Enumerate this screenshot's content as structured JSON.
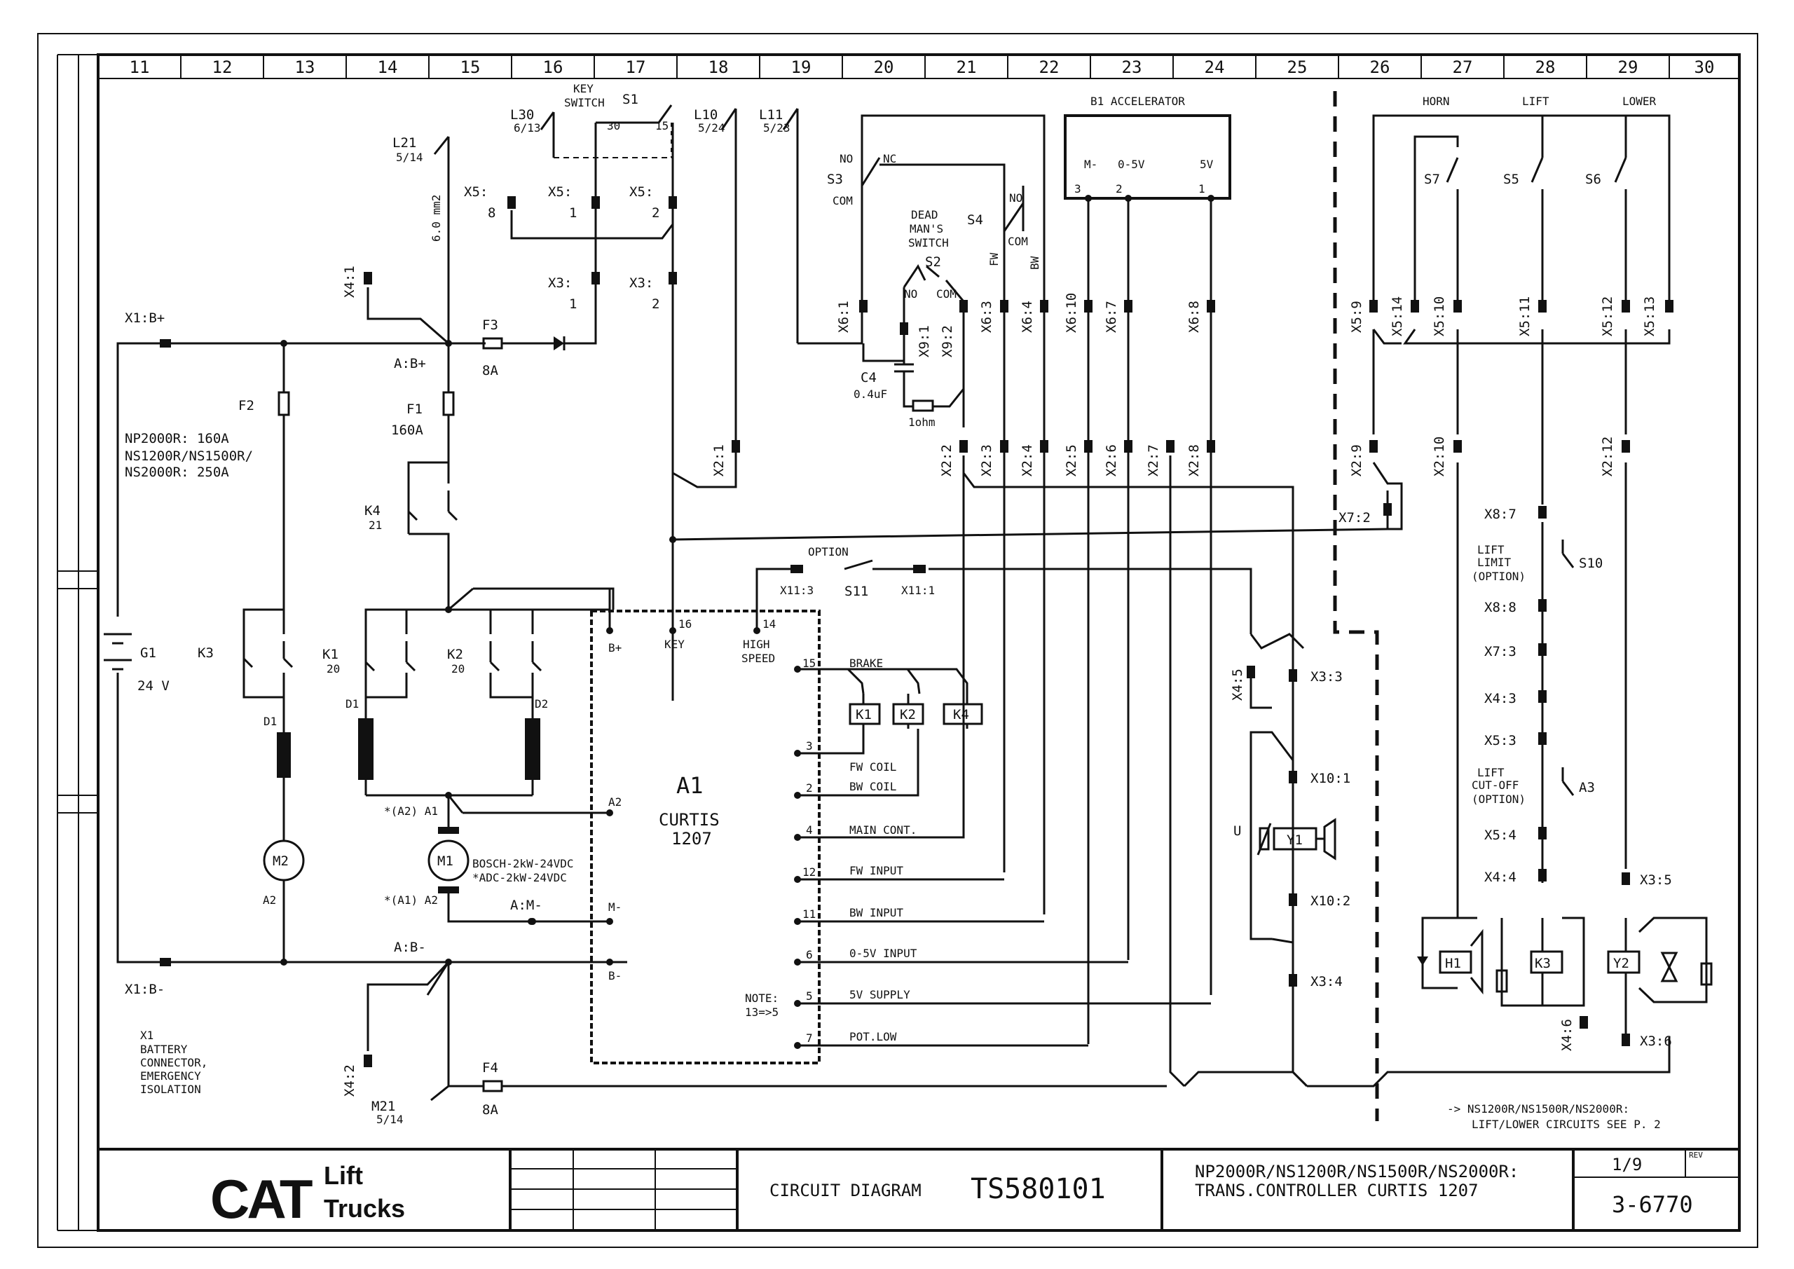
{
  "ruler": {
    "columns": [
      "11",
      "12",
      "13",
      "14",
      "15",
      "16",
      "17",
      "18",
      "19",
      "20",
      "21",
      "22",
      "23",
      "24",
      "25",
      "26",
      "27",
      "28",
      "29",
      "30"
    ]
  },
  "labels": {
    "x1_bplus": "X1:B+",
    "x1_bminus": "X1:B-",
    "g1": "G1",
    "g1_v": "24 V",
    "f2": "F2",
    "f2_note1": "NP2000R: 160A",
    "f2_note2": "NS1200R/NS1500R/",
    "f2_note3": "NS2000R: 250A",
    "k3": "K3",
    "d1": "D1",
    "m2": "M2",
    "a2": "A2",
    "a1": "A1",
    "l21": "L21",
    "l21_ref": "5/14",
    "wire_6mm": "6.0 mm2",
    "x4_1": "X4:1",
    "ab_plus": "A:B+",
    "f3": "F3",
    "f3_a": "8A",
    "f1": "F1",
    "f1_a": "160A",
    "k4": "K4",
    "k4_ref": "21",
    "k1": "K1",
    "k1_ref": "20",
    "k2": "K2",
    "k2_ref": "20",
    "d1b": "D1",
    "d2": "D2",
    "m1": "M1",
    "m1_note1": "BOSCH-2kW-24VDC",
    "m1_note2": "*ADC-2kW-24VDC",
    "a2_star": "*(A2) A1",
    "a1_star": "*(A1) A2",
    "am_minus": "A:M-",
    "ab_minus": "A:B-",
    "x4_2": "X4:2",
    "m21": "M21",
    "m21_ref": "5/14",
    "f4": "F4",
    "f4_a": "8A",
    "x1_note1": "X1",
    "x1_note2": "BATTERY",
    "x1_note3": "CONNECTOR,",
    "x1_note4": "EMERGENCY",
    "x1_note5": "ISOLATION",
    "l30": "L30",
    "l30_ref": "6/13",
    "key_switch1": "KEY",
    "key_switch2": "SWITCH",
    "s1": "S1",
    "s1_30": "30",
    "s1_15": "15",
    "x5_8": "X5:",
    "x5_8n": "8",
    "x5_1": "X5:",
    "x5_1n": "1",
    "x5_2": "X5:",
    "x5_2n": "2",
    "x3_1": "X3:",
    "x3_1n": "1",
    "x3_2": "X3:",
    "x3_2n": "2",
    "l10": "L10",
    "l10_ref": "5/24",
    "l11": "L11",
    "l11_ref": "5/23",
    "s3": "S3",
    "s3_no": "NO",
    "s3_nc": "NC",
    "s3_com": "COM",
    "dms1": "DEAD",
    "dms2": "MAN'S",
    "dms3": "SWITCH",
    "s2": "S2",
    "s2_no": "NO",
    "s2_com": "COM",
    "s4": "S4",
    "s4_no": "NO",
    "s4_com": "COM",
    "s4_fw": "FW",
    "s4_bw": "BW",
    "b1": "B1 ACCELERATOR",
    "b1_m": "M-",
    "b1_05": "0-5V",
    "b1_5v": "5V",
    "b1_3": "3",
    "b1_2": "2",
    "b1_1": "1",
    "x6_1": "X6:1",
    "x9_1": "X9:1",
    "x9_2": "X9:2",
    "x6_3": "X6:3",
    "x6_4": "X6:4",
    "x6_10": "X6:10",
    "x6_7": "X6:7",
    "x6_8": "X6:8",
    "c4": "C4",
    "c4_v": "0.4uF",
    "ohm": "1ohm",
    "x2_1": "X2:1",
    "x2_2": "X2:2",
    "x2_3": "X2:3",
    "x2_4": "X2:4",
    "x2_5": "X2:5",
    "x2_6": "X2:6",
    "x2_7": "X2:7",
    "x2_8": "X2:8",
    "option": "OPTION",
    "x11_3": "X11:3",
    "s11": "S11",
    "x11_1": "X11:1",
    "a1_title": "A1",
    "a1_name": "CURTIS",
    "a1_model": "1207",
    "a1_bplus": "B+",
    "a1_key": "KEY",
    "a1_high1": "HIGH",
    "a1_high2": "SPEED",
    "a1_a2": "A2",
    "a1_mminus": "M-",
    "a1_bminus": "B-",
    "a1_note1": "NOTE:",
    "a1_note2": "13=>5",
    "pin16": "16",
    "pin14": "14",
    "pin15": "15",
    "pin3": "3",
    "pin2": "2",
    "pin4": "4",
    "pin12": "12",
    "pin11": "11",
    "pin6": "6",
    "pin5": "5",
    "pin7": "7",
    "brake": "BRAKE",
    "fw_coil": "FW COIL",
    "bw_coil": "BW COIL",
    "main_cont": "MAIN CONT.",
    "fw_input": "FW INPUT",
    "bw_input": "BW INPUT",
    "v05_input": "0-5V INPUT",
    "v5_supply": "5V SUPPLY",
    "pot_low": "POT.LOW",
    "k1c": "K1",
    "k2c": "K2",
    "k4c": "K4",
    "x4_5": "X4:5",
    "x3_3": "X3:3",
    "x10_1": "X10:1",
    "x10_2": "X10:2",
    "y1": "Y1",
    "u": "U",
    "x3_4": "X3:4",
    "horn": "HORN",
    "lift": "LIFT",
    "lower": "LOWER",
    "s7": "S7",
    "s5": "S5",
    "s6": "S6",
    "x5_9": "X5:9",
    "x5_14": "X5:14",
    "x5_10": "X5:10",
    "x5_11": "X5:11",
    "x5_12": "X5:12",
    "x5_13": "X5:13",
    "x2_9": "X2:9",
    "x2_10": "X2:10",
    "x2_12": "X2:12",
    "x7_2": "X7:2",
    "x8_7": "X8:7",
    "lift_limit1": "LIFT",
    "lift_limit2": "LIMIT",
    "lift_limit3": "(OPTION)",
    "s10": "S10",
    "x8_8": "X8:8",
    "x7_3": "X7:3",
    "x4_3": "X4:3",
    "x5_3": "X5:3",
    "cutoff1": "LIFT",
    "cutoff2": "CUT-OFF",
    "cutoff3": "(OPTION)",
    "a3": "A3",
    "x5_4": "X5:4",
    "x4_4": "X4:4",
    "x3_5": "X3:5",
    "h1": "H1",
    "k3c": "K3",
    "y2": "Y2",
    "x4_6": "X4:6",
    "x3_6": "X3:6",
    "note_bottom1": "-> NS1200R/NS1500R/NS2000R:",
    "note_bottom2": "LIFT/LOWER CIRCUITS SEE P. 2"
  },
  "title_block": {
    "logo": "CAT",
    "logo_sub1": "Lift",
    "logo_sub2": "Trucks",
    "doc_type": "CIRCUIT DIAGRAM",
    "doc_no": "TS580101",
    "models": "NP2000R/NS1200R/NS1500R/NS2000R:",
    "subject": "TRANS.CONTROLLER CURTIS 1207",
    "page": "1/9",
    "rev": "REV",
    "drawing_no": "3-6770"
  }
}
